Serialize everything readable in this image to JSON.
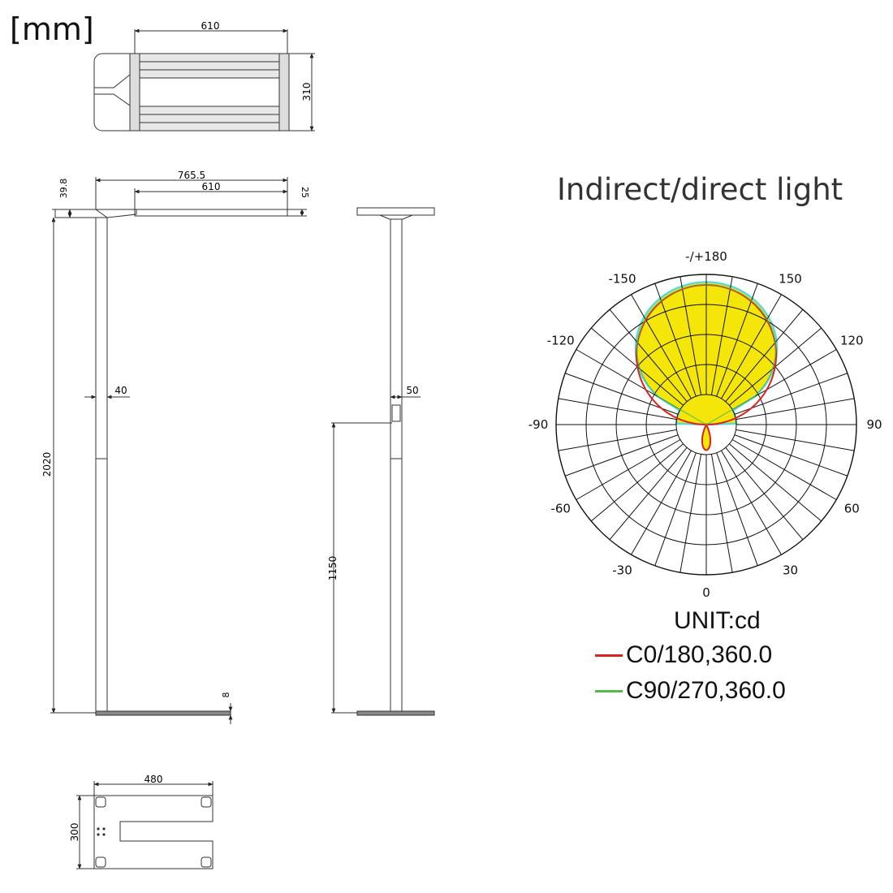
{
  "unit_label": "[mm]",
  "top_view": {
    "width_dim": "610",
    "depth_dim": "310"
  },
  "side_view": {
    "arm_length_dim": "765.5",
    "head_length_dim": "610",
    "top_offset_dim": "39.8",
    "head_thickness_dim": "25",
    "height_dim": "2020",
    "pole_width_dim": "40",
    "base_thickness_dim": "8"
  },
  "front_view": {
    "pole_width_dim": "50",
    "switch_height_dim": "1150"
  },
  "base_view": {
    "width_dim": "480",
    "depth_dim": "300"
  },
  "photometry": {
    "title": "Indirect/direct light",
    "unit": "UNIT:cd",
    "angle_labels": [
      {
        "angle": 0,
        "text": "0"
      },
      {
        "angle": 30,
        "text": "30"
      },
      {
        "angle": 60,
        "text": "60"
      },
      {
        "angle": 90,
        "text": "90"
      },
      {
        "angle": 120,
        "text": "120"
      },
      {
        "angle": 150,
        "text": "150"
      },
      {
        "angle": 180,
        "text": "-/+180"
      },
      {
        "angle": -150,
        "text": "-150"
      },
      {
        "angle": -120,
        "text": "-120"
      },
      {
        "angle": -90,
        "text": "-90"
      },
      {
        "angle": -60,
        "text": "-60"
      },
      {
        "angle": -30,
        "text": "-30"
      }
    ],
    "series": [
      {
        "name": "C0/180,360.0",
        "color": "#e02020"
      },
      {
        "name": "C90/270,360.0",
        "color": "#55b84a"
      }
    ],
    "colors": {
      "fill": "#f5e60a",
      "outline": "#5ad8e0",
      "grid": "#111111"
    }
  }
}
